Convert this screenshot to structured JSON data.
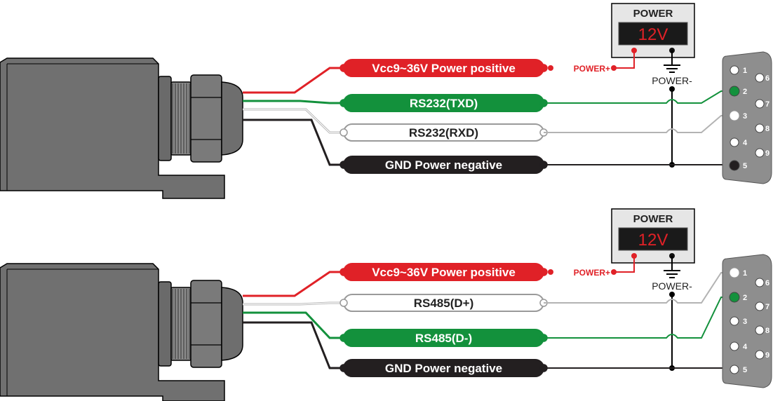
{
  "colors": {
    "red": "#e02127",
    "green": "#13913c",
    "white_wire": "#b3b3b3",
    "black": "#231f20",
    "body": "#707070",
    "psu_box": "#e6e6e6",
    "psu_display": "#1a1a1a",
    "psu_digits": "#e02127"
  },
  "diagrams": [
    {
      "psu": {
        "title": "POWER",
        "voltage": "12V",
        "plus_label": "POWER+",
        "minus_label": "POWER-"
      },
      "wires": [
        {
          "label": "Vcc9~36V Power positive",
          "color": "red"
        },
        {
          "label": "RS232(TXD)",
          "color": "green"
        },
        {
          "label": "RS232(RXD)",
          "color": "white"
        },
        {
          "label": "GND  Power negative",
          "color": "black"
        }
      ],
      "connector": {
        "pins_top": [
          "1",
          "2",
          "3",
          "4",
          "5"
        ],
        "pins_bottom": [
          "6",
          "7",
          "8",
          "9"
        ],
        "highlighted": {
          "2": "green",
          "3": "white",
          "5": "black"
        }
      }
    },
    {
      "psu": {
        "title": "POWER",
        "voltage": "12V",
        "plus_label": "POWER+",
        "minus_label": "POWER-"
      },
      "wires": [
        {
          "label": "Vcc9~36V Power positive",
          "color": "red"
        },
        {
          "label": "RS485(D+)",
          "color": "white"
        },
        {
          "label": "RS485(D-)",
          "color": "green"
        },
        {
          "label": "GND  Power negative",
          "color": "black"
        }
      ],
      "connector": {
        "pins_top": [
          "1",
          "2",
          "3",
          "4",
          "5"
        ],
        "pins_bottom": [
          "6",
          "7",
          "8",
          "9"
        ],
        "highlighted": {
          "1": "white",
          "2": "green"
        }
      }
    }
  ]
}
